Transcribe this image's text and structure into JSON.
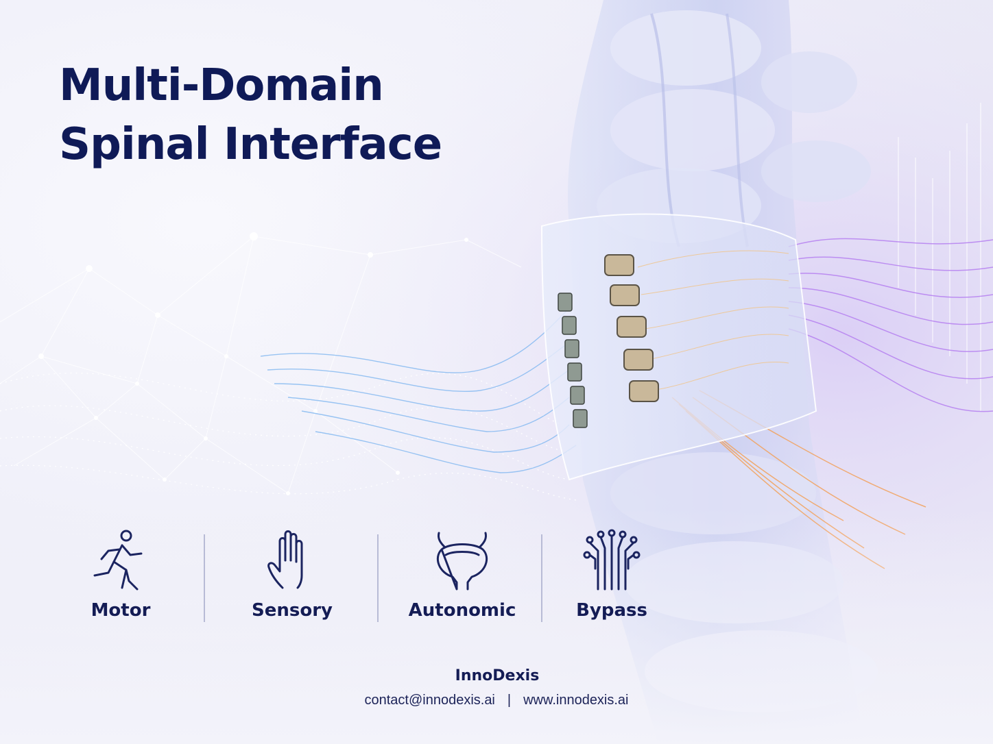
{
  "title": {
    "line1": "Multi-Domain",
    "line2": "Spinal Interface"
  },
  "domains": [
    {
      "label": "Motor",
      "icon": "running-person-icon"
    },
    {
      "label": "Sensory",
      "icon": "hand-icon"
    },
    {
      "label": "Autonomic",
      "icon": "bladder-icon"
    },
    {
      "label": "Bypass",
      "icon": "circuit-icon"
    }
  ],
  "footer": {
    "brand": "InnoDexis",
    "email": "contact@innodexis.ai",
    "separator": "|",
    "website": "www.innodexis.ai"
  },
  "colors": {
    "title": "#0f1a57",
    "icon_stroke": "#1b2460",
    "nerve_blue": "#7fb6f0",
    "nerve_orange": "#f2a15a",
    "nerve_purple": "#b57ff0"
  }
}
